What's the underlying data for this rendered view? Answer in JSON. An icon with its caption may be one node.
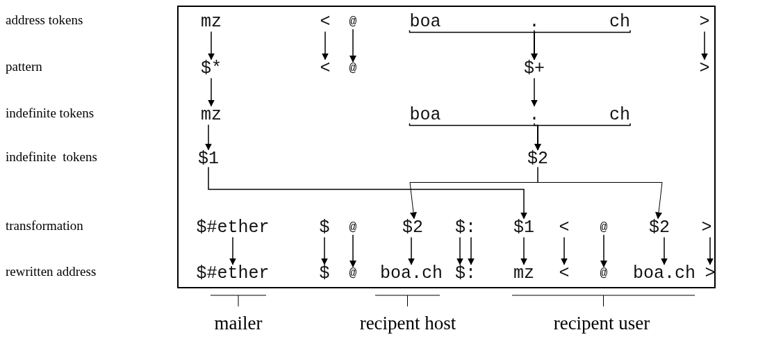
{
  "diagram": {
    "nodes": [
      {
        "text": [],
        "shape": "box"
      },
      {
        "text": [
          "mz"
        ],
        "in": 0
      },
      {
        "text": [
          "<"
        ],
        "in": 0
      },
      {
        "text": [
          "@"
        ],
        "in": 0
      },
      {
        "text": [
          "boa"
        ],
        "in": 0
      },
      {
        "text": [
          "."
        ],
        "in": 0
      },
      {
        "text": [
          "ch"
        ],
        "in": 0
      },
      {
        "text": [
          ">"
        ],
        "in": 0
      },
      {
        "text": [
          "$*"
        ],
        "in": 0
      },
      {
        "text": [
          "<"
        ],
        "in": 0
      },
      {
        "text": [
          "@"
        ],
        "in": 0
      },
      {
        "text": [
          "$+"
        ],
        "in": 0
      },
      {
        "text": [
          ">"
        ],
        "in": 0
      },
      {
        "text": [
          "mz"
        ],
        "in": 0
      },
      {
        "text": [
          "boa"
        ],
        "in": 0
      },
      {
        "text": [
          "."
        ],
        "in": 0
      },
      {
        "text": [
          "ch"
        ],
        "in": 0
      },
      {
        "text": [
          "$1"
        ],
        "in": 0
      },
      {
        "text": [
          "$2"
        ],
        "in": 0
      },
      {
        "text": [
          "$#ether"
        ],
        "in": 0
      },
      {
        "text": [
          "$"
        ],
        "in": 0
      },
      {
        "text": [
          "@"
        ],
        "in": 0
      },
      {
        "text": [
          "$2"
        ],
        "in": 0
      },
      {
        "text": [
          "$:"
        ],
        "in": 0
      },
      {
        "text": [
          "$1"
        ],
        "in": 0
      },
      {
        "text": [
          "<"
        ],
        "in": 0
      },
      {
        "text": [
          "@"
        ],
        "in": 0
      },
      {
        "text": [
          "$2"
        ],
        "in": 0
      },
      {
        "text": [
          ">"
        ],
        "in": 0
      },
      {
        "text": [
          "$#ether"
        ],
        "in": 0
      },
      {
        "text": [
          "$"
        ],
        "in": 0
      },
      {
        "text": [
          "@"
        ],
        "in": 0
      },
      {
        "text": [
          "boa.ch"
        ],
        "in": 0
      },
      {
        "text": [
          "$:"
        ],
        "in": 0
      },
      {
        "text": [
          "mz"
        ],
        "in": 0
      },
      {
        "text": [
          "<"
        ],
        "in": 0
      },
      {
        "text": [
          "@"
        ],
        "in": 0
      },
      {
        "text": [
          "boa.ch"
        ],
        "in": 0
      },
      {
        "text": [
          ">"
        ],
        "in": 0
      }
    ],
    "edges": [
      {
        "from": 1,
        "to": 8,
        "arrow": "to"
      },
      {
        "from": 2,
        "to": 9,
        "arrow": "to"
      },
      {
        "from": 3,
        "to": 10,
        "arrow": "to"
      },
      {
        "from": 4,
        "to": 11,
        "arrow": "to"
      },
      {
        "from": 5,
        "to": 11,
        "arrow": "to"
      },
      {
        "from": 6,
        "to": 11,
        "arrow": "to"
      },
      {
        "from": 7,
        "to": 12,
        "arrow": "to"
      },
      {
        "from": 8,
        "to": 13,
        "arrow": "to"
      },
      {
        "from": 11,
        "to": 15,
        "arrow": "to"
      },
      {
        "from": 13,
        "to": 17,
        "arrow": "to"
      },
      {
        "from": 14,
        "to": 18,
        "arrow": "to"
      },
      {
        "from": 15,
        "to": 18,
        "arrow": "to"
      },
      {
        "from": 16,
        "to": 18,
        "arrow": "to"
      },
      {
        "from": 17,
        "to": 24,
        "arrow": "to"
      },
      {
        "from": 18,
        "to": 22,
        "arrow": "to"
      },
      {
        "from": 18,
        "to": 27,
        "arrow": "to"
      },
      {
        "from": 19,
        "to": 29,
        "arrow": "to"
      },
      {
        "from": 20,
        "to": 30,
        "arrow": "to"
      },
      {
        "from": 21,
        "to": 31,
        "arrow": "to"
      },
      {
        "from": 22,
        "to": 32,
        "arrow": "to"
      },
      {
        "from": 23,
        "to": 33,
        "arrow": "to"
      },
      {
        "from": 23,
        "to": 33,
        "arrow": "to"
      },
      {
        "from": 24,
        "to": 34,
        "arrow": "to"
      },
      {
        "from": 25,
        "to": 35,
        "arrow": "to"
      },
      {
        "from": 26,
        "to": 36,
        "arrow": "to"
      },
      {
        "from": 27,
        "to": 37,
        "arrow": "to"
      },
      {
        "from": 28,
        "to": 38,
        "arrow": "to"
      }
    ],
    "labels": [
      "address tokens",
      "pattern",
      "indefinite tokens",
      "indefinite  tokens",
      "transformation",
      "rewritten address",
      "mailer",
      "recipent host",
      "recipent user"
    ]
  }
}
